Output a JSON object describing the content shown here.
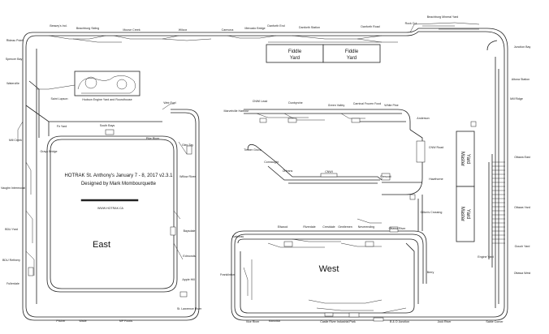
{
  "diagram": {
    "title_line1": "HOTRAK St. Anthony's January 7 - 8, 2017 v2.3.1",
    "title_line2": "Designed by Mark Mombourquette",
    "url": "WWW.HOTRAK.CA",
    "region_east": "East",
    "region_west": "West",
    "fiddle_yard_1": [
      "Fiddle",
      "Yard"
    ],
    "fiddle_yard_2": [
      "Fiddle",
      "Yard"
    ],
    "yard_master_1": [
      "Yard",
      "Master"
    ],
    "yard_master_2": [
      "Yard",
      "Master"
    ],
    "labels": {
      "bessey_ind": "Bessey's Ind.",
      "beachburg_siding": "Beachburg Siding",
      "moose_creek": "Moose Creek",
      "wilcox": "Wilcox",
      "carmona": "Carmona",
      "mercado_bridge": "Mercado Bridge",
      "danforth_end": "Danforth End",
      "danforth_station": "Danforth Station",
      "danforth_road": "Danforth Road",
      "rock_cut": "Rock Cut",
      "beachburg_mineral_yard": "Beachburg Mineral Yard",
      "junction_bay": "Junction Bay",
      "rideau_point": "Rideau Point",
      "spencer_bay": "Spencer Bay",
      "waterville": "Waterville",
      "saint_lupson": "Saint Lupson",
      "hudson_engine": "Hudson Engine Yard and Roundhouse",
      "altona_station": "Altona Station",
      "mill_ridge": "Mill Ridge",
      "weir_fuel": "Weir Fuel",
      "south_bays": "South Bays",
      "fir_yard": "Fir Yard",
      "mill_creek": "Mill Creek",
      "grays_bridge": "Grays Bridge",
      "pike_river": "Pike River",
      "glen_tay": "Glen Tay",
      "vaughn_intermodal": "Vaughn Intermodal",
      "willow_river": "Willow River",
      "bdu_yard": "BDU Yard",
      "bdu_refinery": "BDU Refinery",
      "baysdale": "Baysdale",
      "edmonds": "Edmonds",
      "fullerdale": "Fullerdale",
      "apple_hill": "Apple Hill",
      "st_lawrence_river": "St. Lawrence River",
      "pitcher": "Pitcher",
      "wade": "Wade",
      "mp_foods": "MP Foods",
      "marvelville_harbour": "Marvelville Harbour",
      "cabot_lead": "CNWI Lead",
      "dunbyrche": "Dunbyrche",
      "green_valley": "Green Valley",
      "carnival_food": "Carnival Frozen Food",
      "white_pine": "White Pine",
      "anderson": "Anderson",
      "cnw_road": "CNW Road",
      "timber_grove": "Timber Grove",
      "connaught": "Connaught",
      "orleans": "Orleans",
      "cnwi": "CNWI",
      "prescott": "Prescott",
      "hawthorne": "Hawthorne",
      "dillons_crossing": "Dillon's Crossing",
      "ottawa_east": "Ottawa East",
      "ottawa_yard": "Ottawa Yard",
      "gouch_yard": "Gouch Yard",
      "ottawa_west": "Ottawa West",
      "engine_yard": "Engine Yard",
      "ellwood": "Ellwood",
      "riverdale": "Riverdale",
      "crestdale": "Crestdale",
      "gentlemen": "Gentlemen",
      "neverending": "Neverending",
      "ottawa_river": "Ottawa River",
      "franklinton": "Franklinton",
      "gatineau": "Gatineau",
      "vice_river": "Vice River",
      "manotick": "Manotick",
      "castle_river": "Castle River Industrial Park",
      "bo_junction": "B & O Junction",
      "jock_river": "Jock River",
      "berry": "Berry",
      "sable_corner": "Sable Corner"
    }
  }
}
